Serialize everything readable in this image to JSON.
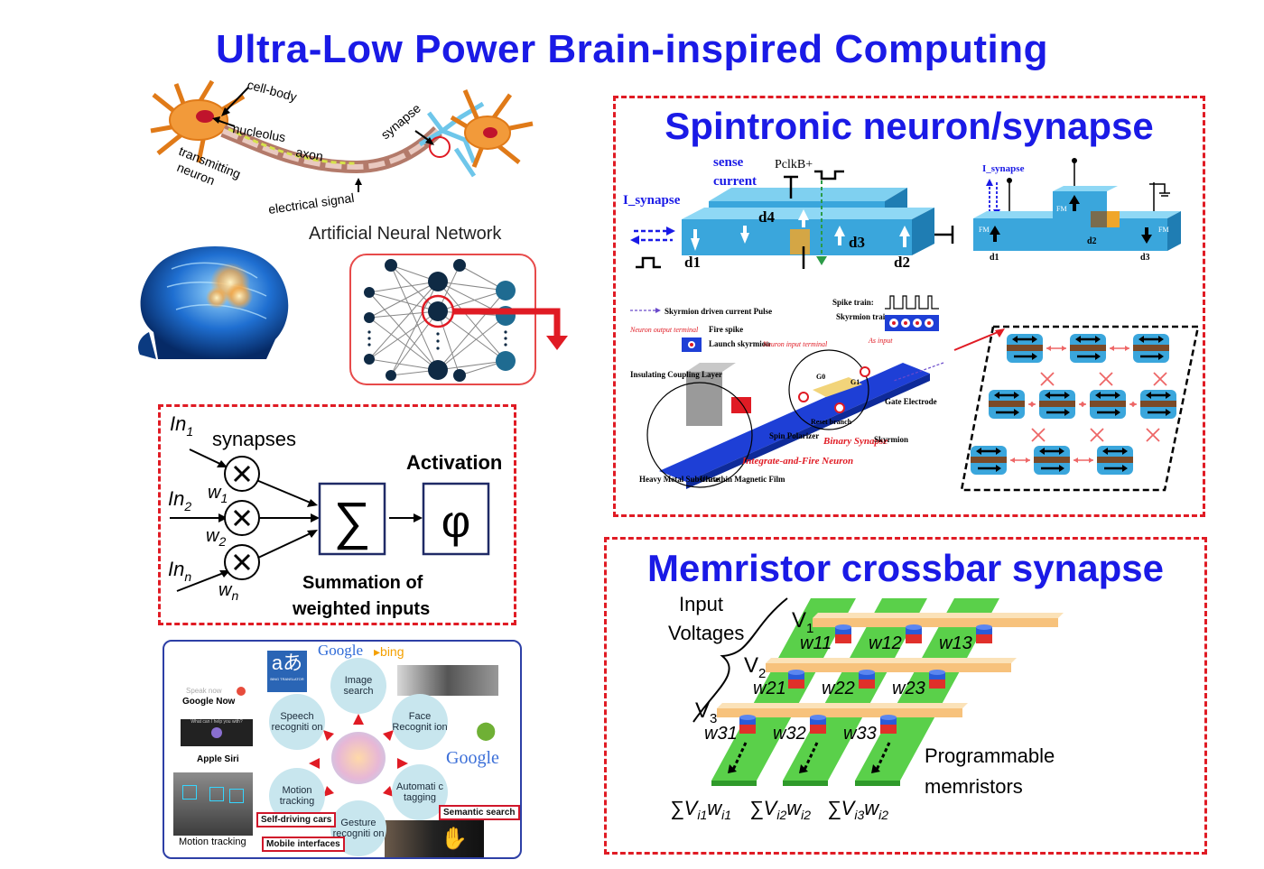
{
  "title": "Ultra-Low Power Brain-inspired  Computing",
  "neuron": {
    "cell_body": "cell-body",
    "nucleolus": "nucleolus",
    "axon": "axon",
    "synapse": "synapse",
    "transmitting": "transmitting",
    "neuron": "neuron",
    "electrical_signal": "electrical signal"
  },
  "ann_label": "Artificial Neural Network",
  "perceptron": {
    "in1": "In",
    "in1_sub": "1",
    "in2": "In",
    "in2_sub": "2",
    "inn": "In",
    "inn_sub": "n",
    "synapses": "synapses",
    "w1": "w",
    "w1_sub": "1",
    "w2": "w",
    "w2_sub": "2",
    "wn": "w",
    "wn_sub": "n",
    "sum": "∑",
    "phi": "φ",
    "activation": "Activation",
    "summation_1": "Summation of",
    "summation_2": "weighted inputs"
  },
  "apps": {
    "google": "Google",
    "bing": "bing",
    "speak_now": "Speak now",
    "google_now": "Google Now",
    "what_can": "What can I help you with?",
    "apple_siri": "Apple Siri",
    "image_search": "Image search",
    "speech": "Speech recogniti on",
    "face": "Face Recognit ion",
    "motion": "Motion tracking",
    "auto_tag": "Automati c tagging",
    "gesture": "Gesture recogniti on",
    "google2": "Google",
    "self_driving": "Self-driving cars",
    "semantic": "Semantic search",
    "motion_tracking": "Motion tracking",
    "mobile": "Mobile interfaces",
    "bing_translator": "BING TRANSLATOR"
  },
  "spin": {
    "heading": "Spintronic neuron/synapse",
    "sense": "sense",
    "current": "current",
    "pclk": "PclkB+",
    "i_synapse": "I_synapse",
    "d4": "d4",
    "d3": "d3",
    "d1": "d1",
    "d2": "d2",
    "i_synapse2": "I_synapse",
    "fm": "FM",
    "sd1": "d1",
    "sd2": "d2",
    "sd3": "d3",
    "skyrmion_pulse": "Skyrmion driven current Pulse",
    "neuron_output": "Neuron output terminal",
    "fire_spike": "Fire spike",
    "launch": "Launch skyrmion",
    "neuron_input": "Neuron input terminal",
    "spike_train": "Spike train:",
    "skyrmion_train": "Skyrmion train:",
    "as_input": "As input",
    "insulating": "Insulating Coupling Layer",
    "g0": "G0",
    "g1": "G1",
    "gate": "Gate Electrode",
    "reset": "Reset branch",
    "spin_pol": "Spin Polarizer",
    "binary": "Binary Synapse",
    "skyrmion": "Skyrmion",
    "integrate": "Integrate-and-Fire Neuron",
    "heavy": "Heavy Metal Substrate",
    "ultrathin": "Ultrathin Magnetic Film"
  },
  "memristor": {
    "heading": "Memristor crossbar synapse",
    "input": "Input",
    "voltages": "Voltages",
    "v": "V",
    "v1": "1",
    "v2": "2",
    "v3": "3",
    "weights": [
      "w11",
      "w12",
      "w13",
      "w21",
      "w22",
      "w23",
      "w31",
      "w32",
      "w33"
    ],
    "programmable": "Programmable",
    "memristors": "memristors",
    "sum1": "∑V",
    "sum1_a": "i1",
    "sum1_w": "w",
    "sum1_b": "i1",
    "sum2": "∑V",
    "sum2_a": "i2",
    "sum2_w": "w",
    "sum2_b": "i2",
    "sum3": "∑V",
    "sum3_a": "i3",
    "sum3_w": "w",
    "sum3_b": "i2"
  },
  "colors": {
    "title_blue": "#1a1ae6",
    "dash_red": "#e01b24",
    "spin_blue": "#3aa6dc",
    "bar_orange": "#f7c27c",
    "bar_green": "#5ad04a"
  }
}
